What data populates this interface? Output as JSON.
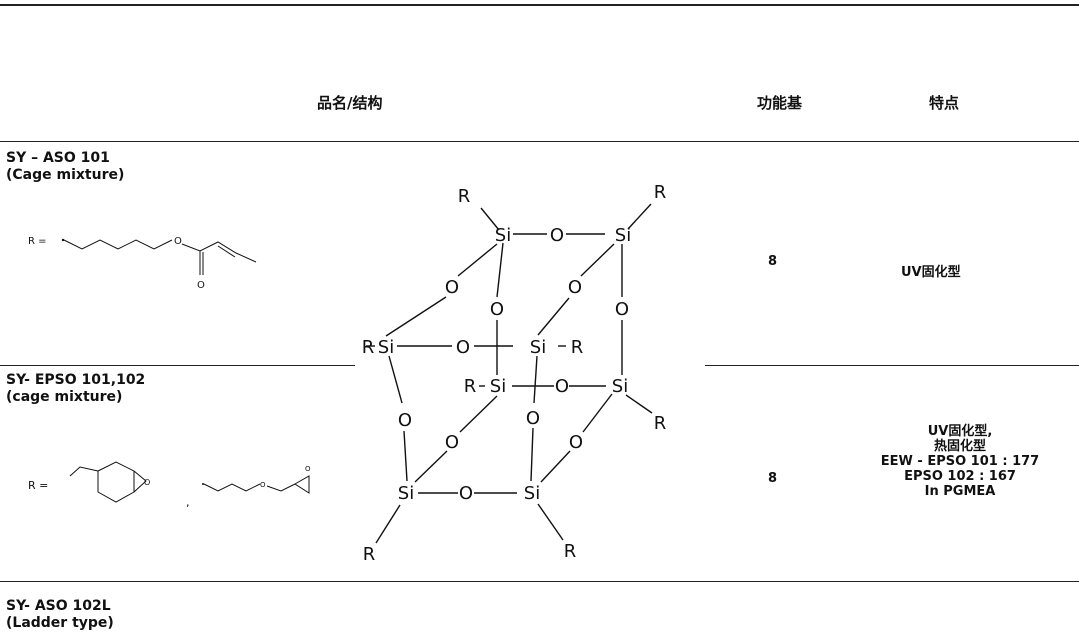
{
  "table": {
    "headers": {
      "name": "品名/结构",
      "group": "功能基",
      "feature": "特点"
    },
    "rows": [
      {
        "name_line1": "SY – ASO 101",
        "name_line2": "(Cage mixture)",
        "r_label": "R =",
        "carbonyl_o": "O",
        "ester_o": "O",
        "group": "8",
        "feature": "UV固化型"
      },
      {
        "name_line1": "SY- EPSO 101,102",
        "name_line2": "(cage  mixture)",
        "r_label": "R =",
        "comma": ",",
        "epoxy_o1": "O",
        "epoxy_o2": "O",
        "epoxy_o3": "O",
        "group": "8",
        "feature_lines": [
          "UV固化型,",
          "热固化型",
          "EEW - EPSO 101 : 177",
          "EPSO 102 : 167",
          "In PGMEA"
        ]
      },
      {
        "name_line1": "SY- ASO 102L",
        "name_line2": "(Ladder type)"
      }
    ]
  },
  "cage": {
    "si": "Si",
    "o": "O",
    "r": "R"
  }
}
